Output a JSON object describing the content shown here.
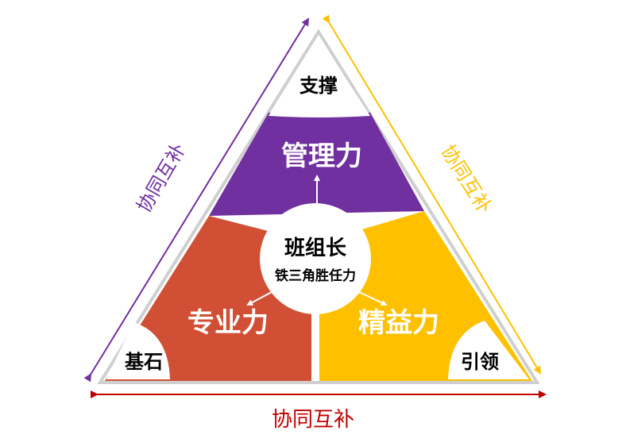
{
  "colors": {
    "purple": "#7030A0",
    "red": "#D14F34",
    "yellow": "#FFC000",
    "left_arrow": "#7030A0",
    "right_arrow": "#FFC000",
    "bottom_arrow": "#C00000"
  },
  "center": {
    "title": "班组长",
    "subtitle": "铁三角胜任力"
  },
  "sections": {
    "top": {
      "label": "管理力",
      "corner": "支撑"
    },
    "left": {
      "label": "专业力",
      "corner": "基石"
    },
    "right": {
      "label": "精益力",
      "corner": "引领"
    }
  },
  "edges": {
    "left_label": "协同互补",
    "right_label": "协同互补",
    "bottom_label": "协同互补"
  }
}
